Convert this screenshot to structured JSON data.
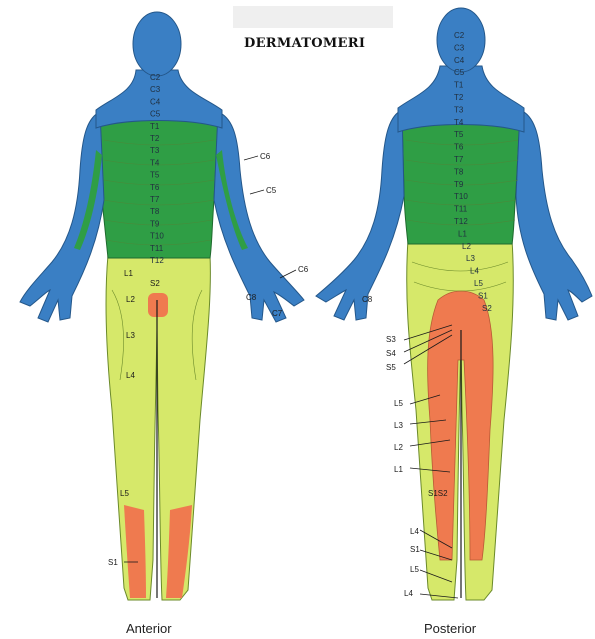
{
  "title": "DERMATOMERI",
  "captions": {
    "anterior": "Anterior",
    "posterior": "Posterior"
  },
  "colors": {
    "cervical": "#3a7fc4",
    "thoracic": "#2f9e45",
    "lumbar": "#d6e86a",
    "sacral": "#ef7a4f",
    "contour": "#4a6a2a"
  },
  "anterior": {
    "spine_labels": [
      "C2",
      "C3",
      "C4",
      "C5",
      "T1",
      "T2",
      "T3",
      "T4",
      "T5",
      "T6",
      "T7",
      "T8",
      "T9",
      "T10",
      "T11",
      "T12"
    ],
    "side_labels": [
      "C6",
      "C5",
      "C6",
      "C8",
      "C7",
      "L1",
      "L2",
      "L3",
      "L4",
      "L5",
      "S1",
      "S2"
    ]
  },
  "posterior": {
    "spine_labels": [
      "C2",
      "C3",
      "C4",
      "C5",
      "T1",
      "T2",
      "T3",
      "T4",
      "T5",
      "T6",
      "T7",
      "T8",
      "T9",
      "T10",
      "T11",
      "T12",
      "L1",
      "L2",
      "L3",
      "L4",
      "L5",
      "S1",
      "S2"
    ],
    "side_labels": [
      "C8",
      "S3",
      "S4",
      "S5",
      "L5",
      "L3",
      "L2",
      "L1",
      "L4",
      "S1",
      "L5",
      "L4",
      "S1S2"
    ]
  }
}
